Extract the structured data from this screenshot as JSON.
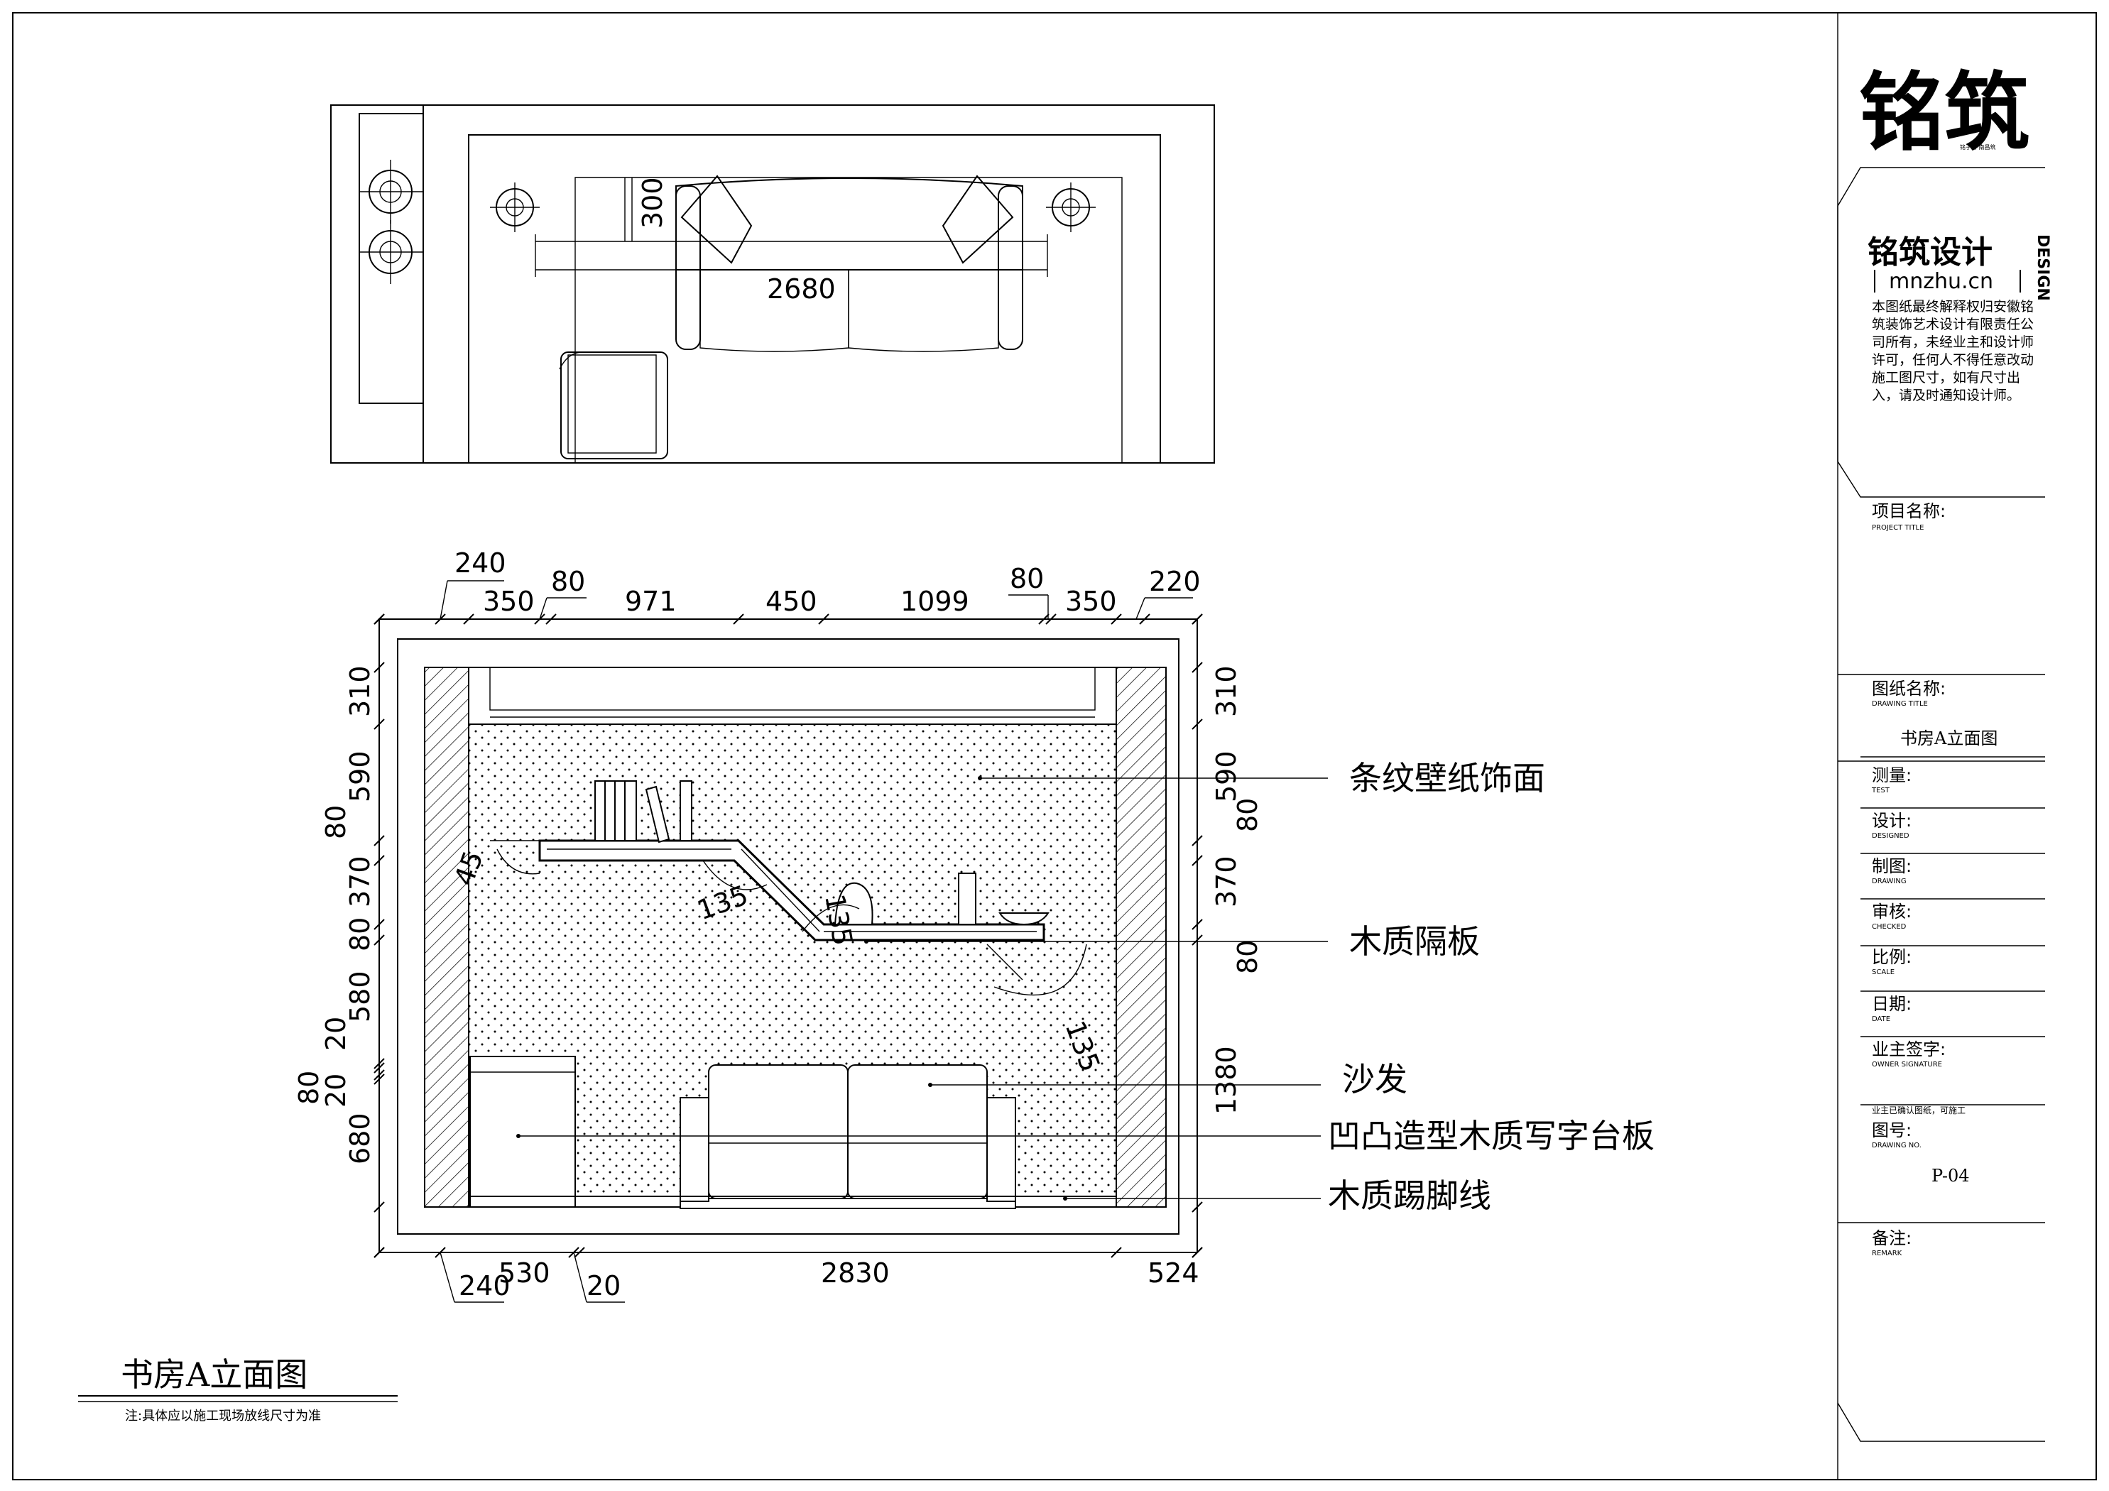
{
  "brand": {
    "logo_calligraphy": "铭筑",
    "logo_small": "铭子仑  南昌筑",
    "name": "铭筑设计",
    "vertical_tag": "DESIGN",
    "website": "mnzhu.cn",
    "copyright_text": "本图纸最终解释权归安徽铭筑装饰艺术设计有限责任公司所有，未经业主和设计师许可，任何人不得任意改动施工图尺寸，如有尺寸出入，请及时通知设计师。"
  },
  "title_block": {
    "project_title_label": "项目名称:",
    "project_title_sub": "PROJECT TITLE",
    "drawing_title_label": "图纸名称:",
    "drawing_title_sub": "DRAWING TITLE",
    "drawing_title_value": "书房A立面图",
    "survey_label": "测量:",
    "survey_sub": "TEST",
    "design_label": "设计:",
    "design_sub": "DESIGNED",
    "drawn_label": "制图:",
    "drawn_sub": "DRAWING",
    "check_label": "审核:",
    "check_sub": "CHECKED",
    "scale_label": "比例:",
    "scale_sub": "SCALE",
    "date_label": "日期:",
    "date_sub": "DATE",
    "owner_sign_label": "业主签字:",
    "owner_sign_sub": "OWNER SIGNATURE",
    "owner_note": "业主已确认图纸，可施工",
    "drawing_no_label": "图号:",
    "drawing_no_sub": "DRAWING NO.",
    "drawing_no_value": "P-04",
    "remark_label": "备注:",
    "remark_sub": "REMARK"
  },
  "plan_view": {
    "dim_depth": "300",
    "dim_width": "2680"
  },
  "elevation": {
    "top_dims": [
      "240",
      "350",
      "80",
      "971",
      "450",
      "1099",
      "80",
      "350",
      "220"
    ],
    "bottom_dims": [
      "240",
      "530",
      "20",
      "2830",
      "524"
    ],
    "left_dims": [
      "310",
      "590",
      "80",
      "370",
      "80",
      "580",
      "20",
      "80",
      "20",
      "680"
    ],
    "right_dims": [
      "310",
      "590",
      "80",
      "370",
      "80",
      "1380"
    ],
    "angles": [
      "45",
      "135",
      "135",
      "135"
    ],
    "labels": {
      "wallpaper": "条纹壁纸饰面",
      "shelf": "木质隔板",
      "sofa": "沙发",
      "desk": "凹凸造型木质写字台板",
      "skirting": "木质踢脚线"
    }
  },
  "caption": {
    "title": "书房A立面图",
    "note": "注:具体应以施工现场放线尺寸为准"
  }
}
